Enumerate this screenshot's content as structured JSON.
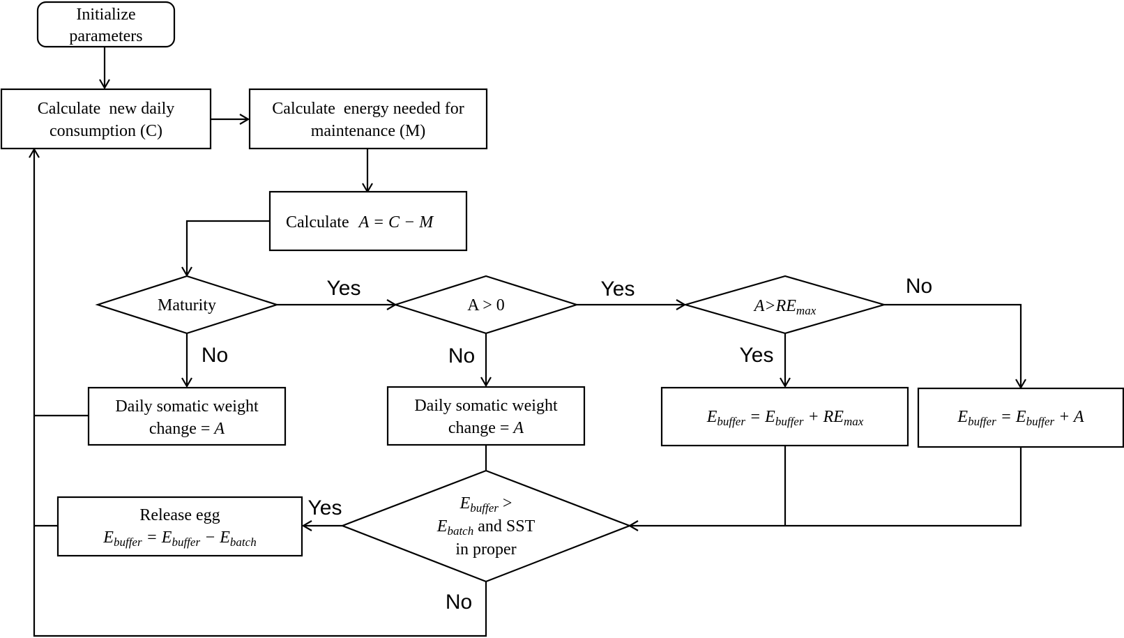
{
  "nodes": {
    "init": {
      "line1": "Initialize",
      "line2": "parameters"
    },
    "consumption": {
      "line1": "Calculate  new daily",
      "line2": "consumption (C)"
    },
    "maintenance": {
      "line1": "Calculate  energy needed for",
      "line2": "maintenance (M)"
    },
    "calc_a": {
      "prefix": "Calculate",
      "formula": "A = C − M"
    },
    "maturity": {
      "label": "Maturity"
    },
    "a_positive": {
      "label": "A > 0"
    },
    "a_remax": {
      "a": "A>RE",
      "sub": "max"
    },
    "somatic_left": {
      "line1": "Daily somatic weight",
      "line2a": "change = ",
      "line2b": "A"
    },
    "somatic_mid": {
      "line1": "Daily somatic weight",
      "line2a": "change = ",
      "line2b": "A"
    },
    "buffer_remax": {
      "e1": "E",
      "s1": "buffer",
      "eq": " = ",
      "e2": "E",
      "s2": "buffer",
      "plus": " + RE",
      "s3": "max"
    },
    "buffer_a": {
      "e1": "E",
      "s1": "buffer",
      "eq": " = ",
      "e2": "E",
      "s2": "buffer",
      "plus": " + A"
    },
    "release_check": {
      "e1": "E",
      "s1": "buffer",
      "gt": " >",
      "e2": "E",
      "s2": "batch",
      "and": " and SST",
      "line3": "in proper"
    },
    "release_egg": {
      "line1": "Release egg",
      "e1": "E",
      "s1": "buffer",
      "eq": " = ",
      "e2": "E",
      "s2": "buffer",
      "minus": " − E",
      "s3": "batch"
    }
  },
  "edge_labels": {
    "maturity_yes": "Yes",
    "maturity_no": "No",
    "a_positive_yes": "Yes",
    "a_positive_no": "No",
    "remax_yes": "Yes",
    "remax_no": "No",
    "release_yes": "Yes",
    "release_no": "No"
  }
}
